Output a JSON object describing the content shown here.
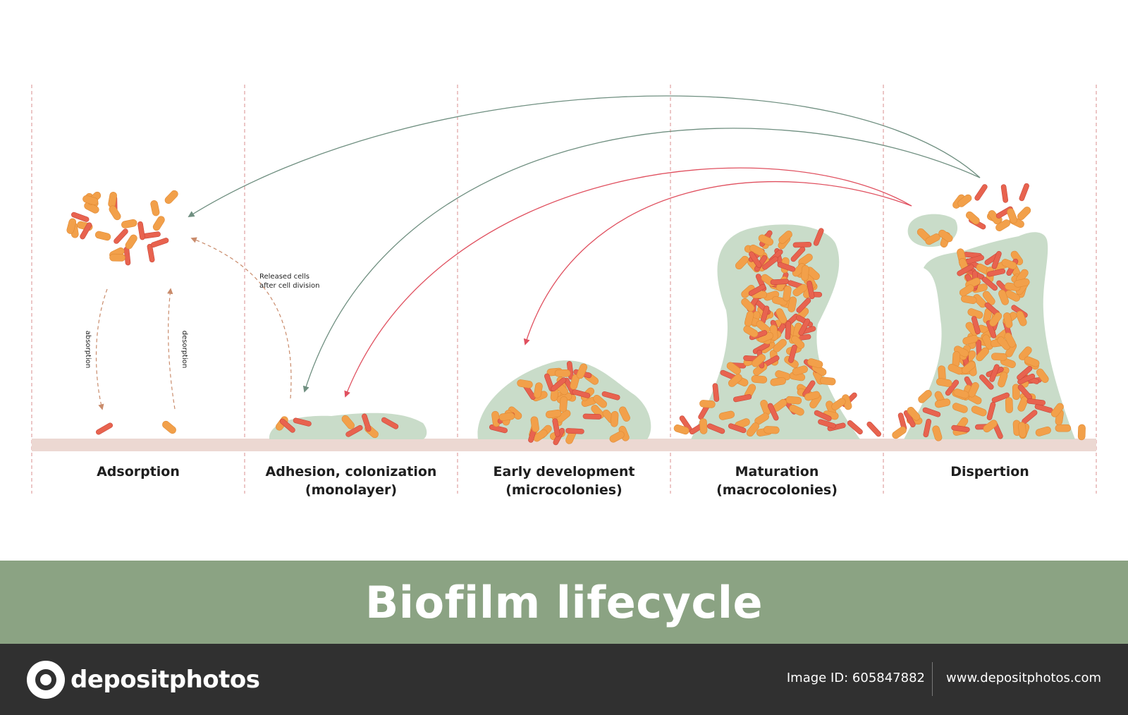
{
  "stages": [
    {
      "line1": "Adsorption",
      "line2": ""
    },
    {
      "line1": "Adhesion, colonization",
      "line2": "(monolayer)"
    },
    {
      "line1": "Early development",
      "line2": "(microcolonies)"
    },
    {
      "line1": "Maturation",
      "line2": "(macrocolonies)"
    },
    {
      "line1": "Dispertion",
      "line2": ""
    }
  ],
  "notes": {
    "released_line1": "Released cells",
    "released_line2": "after cell division",
    "absorption": "absorption",
    "desorption": "desorption"
  },
  "title": "Biofilm lifecycle",
  "footer": {
    "logo": "depositphotos",
    "image_id": "Image ID: 605847882",
    "url": "www.depositphotos.com"
  },
  "colors": {
    "title_band": "#8ba383",
    "footer_bg": "#303030",
    "biofilm_matrix": "#c9dcc9",
    "surface": "#ecd8d2",
    "bacteria_orange": "#f2a04a",
    "bacteria_red": "#e8634f",
    "arrow_green": "#6f8f80",
    "arrow_red": "#e0505f",
    "arrow_dashed": "#c98b6b",
    "divider": "#e0a0a0"
  }
}
